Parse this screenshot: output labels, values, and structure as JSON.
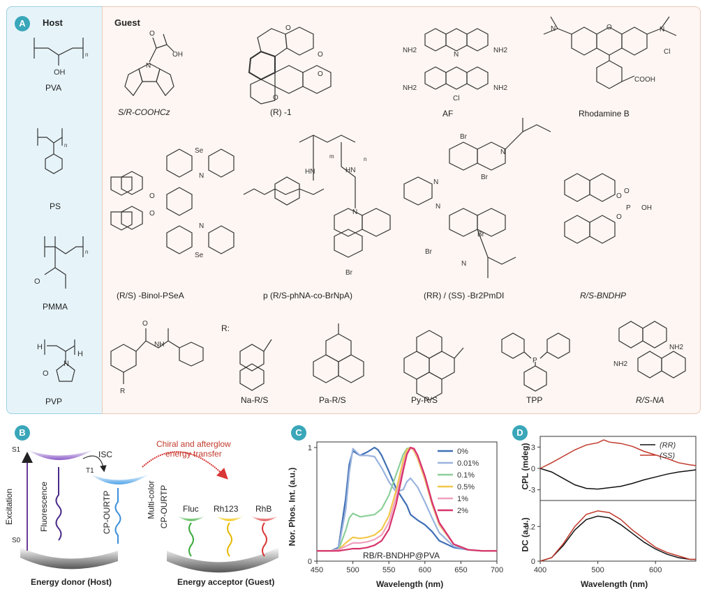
{
  "panel_a": {
    "letter": "A",
    "host_heading": "Host",
    "guest_heading": "Guest",
    "hosts": [
      {
        "name": "PVA"
      },
      {
        "name": "PS"
      },
      {
        "name": "PMMA"
      },
      {
        "name": "PVP"
      }
    ],
    "guests": [
      {
        "name": "S/R-COOHCz"
      },
      {
        "name": "(R) -1"
      },
      {
        "name": "AF"
      },
      {
        "name": "Rhodamine B"
      },
      {
        "name": "(R/S) -Binol-PSeA"
      },
      {
        "name": "p (R/S-phNA-co-BrNpA)"
      },
      {
        "name": "(RR) / (SS) -Br2PmDI"
      },
      {
        "name": "R/S-BNDHP"
      },
      {
        "name": "Na-R/S"
      },
      {
        "name": "Pa-R/S"
      },
      {
        "name": "Py-R/S"
      },
      {
        "name": "TPP"
      },
      {
        "name": "R/S-NA"
      }
    ],
    "r_label": "R:",
    "atom_labels": {
      "oh": "OH",
      "nh2": "NH2",
      "n": "N",
      "o": "O",
      "se": "Se",
      "br": "Br",
      "hn": "HN",
      "nh": "NH",
      "h": "H",
      "p": "P",
      "cooh": "COOH",
      "cl": "Cl",
      "r": "R",
      "n_sub": "n",
      "m_sub": "m",
      "poh": "OH"
    }
  },
  "panel_b": {
    "letter": "B",
    "arrow_label": "Chiral and afterglow energy transfer",
    "arrow_label_line1": "Chiral and afterglow",
    "arrow_label_line2": "energy transfer",
    "isc": "ISC",
    "s1": "S1",
    "s0": "S0",
    "t1": "T1",
    "excitation": "Excitation",
    "fluorescence": "Fluorescence",
    "cp_ourtp": "CP-OURTP",
    "multi_color_1": "Multi-color",
    "multi_color_2": "CP-OURTP",
    "acceptors": [
      "Fluc",
      "Rh123",
      "RhB"
    ],
    "donor_caption": "Energy donor (Host)",
    "acceptor_caption": "Energy acceptor (Guest)",
    "colors": {
      "donor_well": "#6a3d9a",
      "t1_well": "#3b8fd9",
      "fluc": "#3aa83a",
      "rh123": "#e6b800",
      "rhb": "#d93636",
      "arrow": "#d93636"
    }
  },
  "panel_c": {
    "letter": "C",
    "chart_data": {
      "type": "line",
      "title": "",
      "annotation": "RB/R-BNDHP@PVA",
      "xlabel": "Wavelength (nm)",
      "ylabel": "Nor. Phos. Int. (a.u.)",
      "xlim": [
        450,
        700
      ],
      "ylim": [
        0,
        1
      ],
      "xticks": [
        450,
        500,
        550,
        600,
        650,
        700
      ],
      "yticks": [
        0,
        1
      ],
      "legend_position": "top-right",
      "series": [
        {
          "name": "0%",
          "color": "#3f6fb5",
          "x": [
            450,
            470,
            480,
            490,
            495,
            500,
            510,
            520,
            530,
            535,
            540,
            550,
            560,
            570,
            575,
            580,
            590,
            600,
            610,
            620,
            640,
            660,
            680,
            700
          ],
          "y": [
            0.09,
            0.09,
            0.12,
            0.55,
            0.85,
            0.97,
            0.93,
            0.96,
            1.0,
            0.98,
            0.93,
            0.79,
            0.64,
            0.54,
            0.49,
            0.41,
            0.36,
            0.32,
            0.26,
            0.18,
            0.12,
            0.1,
            0.09,
            0.09
          ]
        },
        {
          "name": "0.01%",
          "color": "#9ab3de",
          "x": [
            450,
            470,
            480,
            490,
            495,
            500,
            510,
            520,
            530,
            540,
            550,
            560,
            570,
            575,
            580,
            590,
            600,
            610,
            620,
            640,
            660,
            680,
            700
          ],
          "y": [
            0.09,
            0.09,
            0.11,
            0.45,
            0.78,
            0.99,
            0.93,
            0.93,
            0.92,
            0.82,
            0.7,
            0.61,
            0.63,
            0.7,
            0.73,
            0.65,
            0.52,
            0.38,
            0.25,
            0.13,
            0.1,
            0.09,
            0.09
          ]
        },
        {
          "name": "0.1%",
          "color": "#8ccf9a",
          "x": [
            450,
            470,
            480,
            490,
            495,
            500,
            510,
            520,
            530,
            540,
            550,
            560,
            570,
            575,
            580,
            585,
            590,
            600,
            610,
            620,
            640,
            660,
            680,
            700
          ],
          "y": [
            0.09,
            0.09,
            0.1,
            0.27,
            0.38,
            0.42,
            0.39,
            0.4,
            0.41,
            0.46,
            0.58,
            0.76,
            0.94,
            0.99,
            1.0,
            0.98,
            0.91,
            0.72,
            0.5,
            0.32,
            0.15,
            0.1,
            0.09,
            0.09
          ]
        },
        {
          "name": "0.5%",
          "color": "#f2c84b",
          "x": [
            450,
            470,
            480,
            490,
            500,
            510,
            520,
            530,
            540,
            550,
            560,
            570,
            575,
            580,
            585,
            590,
            600,
            610,
            620,
            640,
            660,
            680,
            700
          ],
          "y": [
            0.09,
            0.09,
            0.1,
            0.16,
            0.21,
            0.2,
            0.21,
            0.23,
            0.28,
            0.4,
            0.62,
            0.89,
            0.98,
            1.0,
            0.97,
            0.9,
            0.72,
            0.5,
            0.32,
            0.15,
            0.1,
            0.09,
            0.09
          ]
        },
        {
          "name": "1%",
          "color": "#f0a0be",
          "x": [
            450,
            470,
            480,
            490,
            500,
            510,
            520,
            530,
            540,
            550,
            560,
            570,
            575,
            580,
            585,
            590,
            600,
            610,
            620,
            640,
            660,
            680,
            700
          ],
          "y": [
            0.09,
            0.09,
            0.1,
            0.13,
            0.16,
            0.16,
            0.17,
            0.19,
            0.23,
            0.34,
            0.56,
            0.84,
            0.95,
            1.0,
            0.98,
            0.92,
            0.74,
            0.51,
            0.33,
            0.15,
            0.1,
            0.09,
            0.09
          ]
        },
        {
          "name": "2%",
          "color": "#d6336b",
          "x": [
            450,
            470,
            480,
            490,
            500,
            510,
            520,
            530,
            540,
            550,
            560,
            570,
            575,
            580,
            585,
            590,
            600,
            610,
            620,
            640,
            660,
            680,
            700
          ],
          "y": [
            0.09,
            0.09,
            0.09,
            0.1,
            0.11,
            0.11,
            0.12,
            0.14,
            0.18,
            0.28,
            0.5,
            0.8,
            0.94,
            1.0,
            0.99,
            0.93,
            0.75,
            0.52,
            0.34,
            0.15,
            0.1,
            0.09,
            0.09
          ]
        }
      ]
    }
  },
  "panel_d": {
    "letter": "D",
    "chart_data": [
      {
        "type": "line",
        "title": "",
        "xlabel": "",
        "ylabel": "CPL (mdeg)",
        "xlim": [
          400,
          670
        ],
        "ylim": [
          -4.5,
          4.5
        ],
        "yticks": [
          -3,
          0,
          3
        ],
        "legend_position": "top-right",
        "series": [
          {
            "name": "(RR)",
            "color": "#111111",
            "x": [
              400,
              420,
              440,
              460,
              480,
              500,
              520,
              540,
              560,
              580,
              600,
              620,
              640,
              660,
              670
            ],
            "y": [
              0.0,
              -0.5,
              -1.4,
              -2.3,
              -2.8,
              -2.9,
              -2.7,
              -2.5,
              -2.1,
              -1.6,
              -1.2,
              -0.8,
              -0.5,
              -0.3,
              -0.2
            ]
          },
          {
            "name": "(SS)",
            "color": "#c0392b",
            "x": [
              400,
              420,
              440,
              460,
              480,
              500,
              510,
              520,
              540,
              560,
              580,
              600,
              620,
              640,
              660,
              670
            ],
            "y": [
              0.0,
              0.8,
              1.7,
              2.6,
              3.3,
              3.6,
              4.0,
              3.7,
              3.5,
              3.1,
              2.4,
              1.9,
              1.4,
              0.8,
              0.5,
              0.4
            ]
          }
        ]
      },
      {
        "type": "line",
        "title": "",
        "xlabel": "Wavelength (nm)",
        "ylabel": "DC (a.u.)",
        "xlim": [
          400,
          670
        ],
        "ylim": [
          0,
          0.35
        ],
        "xticks": [
          400,
          500,
          600
        ],
        "yticks": [
          0.0,
          0.2
        ],
        "series": [
          {
            "name": "(RR)",
            "color": "#111111",
            "x": [
              400,
              420,
              440,
              460,
              480,
              500,
              520,
              540,
              560,
              580,
              600,
              620,
              640,
              660,
              670
            ],
            "y": [
              0.0,
              0.02,
              0.09,
              0.18,
              0.24,
              0.26,
              0.25,
              0.21,
              0.16,
              0.11,
              0.07,
              0.04,
              0.02,
              0.01,
              0.01
            ]
          },
          {
            "name": "(SS)",
            "color": "#c0392b",
            "x": [
              400,
              420,
              440,
              460,
              480,
              500,
              520,
              540,
              560,
              580,
              600,
              620,
              640,
              660,
              670
            ],
            "y": [
              0.0,
              0.02,
              0.1,
              0.2,
              0.27,
              0.29,
              0.28,
              0.24,
              0.18,
              0.13,
              0.08,
              0.05,
              0.03,
              0.01,
              0.01
            ]
          }
        ]
      }
    ]
  }
}
